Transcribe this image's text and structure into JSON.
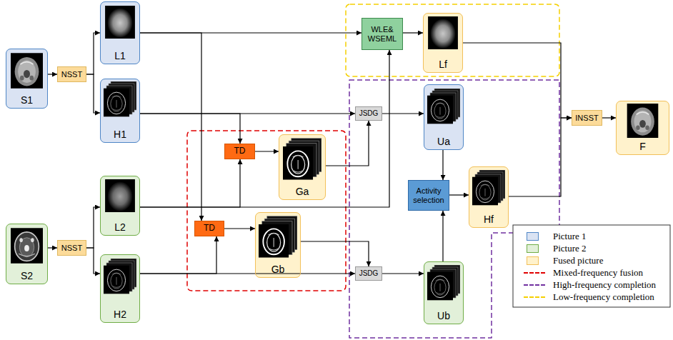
{
  "diagram": {
    "nodes": [
      {
        "text": [
          "S1"
        ]
      },
      {
        "text": [
          "NSST"
        ]
      },
      {
        "text": [
          "L1"
        ]
      },
      {
        "text": [
          "H1"
        ]
      },
      {
        "text": [
          "TD"
        ]
      },
      {
        "text": [
          "Ga"
        ]
      },
      {
        "text": [
          "S2"
        ]
      },
      {
        "text": [
          "NSST"
        ]
      },
      {
        "text": [
          "L2"
        ]
      },
      {
        "text": [
          "TD"
        ]
      },
      {
        "text": [
          "Gb"
        ]
      },
      {
        "text": [
          "H2"
        ]
      },
      {
        "text": [
          "WLE& WSEML"
        ]
      },
      {
        "text": [
          "Lf"
        ]
      },
      {
        "text": [
          "JSDG"
        ]
      },
      {
        "text": [
          "Ua"
        ]
      },
      {
        "text": [
          "Activity selection"
        ]
      },
      {
        "text": [
          "Hf"
        ]
      },
      {
        "text": [
          "JSDG"
        ]
      },
      {
        "text": [
          "Ub"
        ]
      },
      {
        "text": [
          "INSST"
        ]
      },
      {
        "text": [
          "F"
        ]
      }
    ],
    "edges": [
      {
        "from": 0,
        "to": 1,
        "arrow": "to"
      },
      {
        "from": 1,
        "to": 2,
        "arrow": "to"
      },
      {
        "from": 1,
        "to": 3,
        "arrow": "to"
      },
      {
        "from": 6,
        "to": 7,
        "arrow": "to"
      },
      {
        "from": 7,
        "to": 8,
        "arrow": "to"
      },
      {
        "from": 7,
        "to": 11,
        "arrow": "to"
      },
      {
        "from": 2,
        "to": 12,
        "arrow": "to"
      },
      {
        "from": 2,
        "to": 9,
        "arrow": "to"
      },
      {
        "from": 3,
        "to": 14,
        "arrow": "to"
      },
      {
        "from": 3,
        "to": 4,
        "arrow": "to"
      },
      {
        "from": 8,
        "to": 4,
        "arrow": "to"
      },
      {
        "from": 8,
        "to": 12,
        "arrow": "to"
      },
      {
        "from": 11,
        "to": 18,
        "arrow": "to"
      },
      {
        "from": 11,
        "to": 9,
        "arrow": "to"
      },
      {
        "from": 4,
        "to": 5,
        "arrow": "to"
      },
      {
        "from": 5,
        "to": 14,
        "arrow": "to"
      },
      {
        "from": 9,
        "to": 10,
        "arrow": "to"
      },
      {
        "from": 10,
        "to": 18,
        "arrow": "to"
      },
      {
        "from": 14,
        "to": 15,
        "arrow": "to"
      },
      {
        "from": 18,
        "to": 19,
        "arrow": "to"
      },
      {
        "from": 12,
        "to": 13,
        "arrow": "to"
      },
      {
        "from": 13,
        "to": 20,
        "arrow": "to"
      },
      {
        "from": 15,
        "to": 16,
        "arrow": "to"
      },
      {
        "from": 19,
        "to": 16,
        "arrow": "to"
      },
      {
        "from": 16,
        "to": 17,
        "arrow": "to"
      },
      {
        "from": 17,
        "to": 20,
        "arrow": "to"
      },
      {
        "from": 20,
        "to": 21,
        "arrow": "to"
      }
    ],
    "legend": [
      {
        "text": "Picture 1",
        "color": "#dae3f3"
      },
      {
        "text": "Picture 2",
        "color": "#e2f0d9"
      },
      {
        "text": "Fused picture",
        "color": "#fff2cc"
      },
      {
        "text": "Mixed-frequency fusion"
      },
      {
        "text": "High-frequency completion"
      },
      {
        "text": "Low-frequency completion"
      }
    ]
  }
}
